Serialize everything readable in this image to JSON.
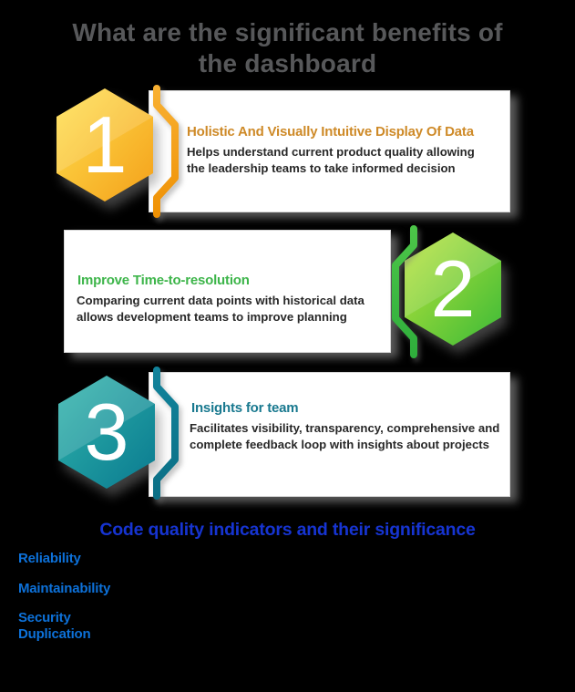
{
  "title": {
    "line1": "What are the significant benefits of",
    "line2": "the dashboard",
    "color": "#57585a"
  },
  "benefits": [
    {
      "number": "1",
      "title": "Holistic And Visually Intuitive Display Of Data",
      "body": "Helps understand current product quality allowing the leadership teams to take informed decision",
      "title_color": "#ce8a28",
      "hex_from": "#ffe14f",
      "hex_to": "#f4a01a",
      "bracket_from": "#f8b032",
      "bracket_to": "#ef9104"
    },
    {
      "number": "2",
      "title": "Improve Time-to-resolution",
      "body": "Comparing current data points with historical data allows development teams to improve planning",
      "title_color": "#3db54a",
      "hex_from": "#bce43b",
      "hex_to": "#3bba37",
      "bracket_from": "#4cc548",
      "bracket_to": "#2fae3c"
    },
    {
      "number": "3",
      "title": "Insights for team",
      "body": "Facilitates visibility, transparency, comprehensive and complete feedback loop with insights about projects",
      "title_color": "#19798f",
      "hex_from": "#2fb4ab",
      "hex_to": "#0a7a90",
      "bracket_from": "#12839b",
      "bracket_to": "#0b6f85"
    }
  ],
  "indicators": {
    "heading": "Code quality indicators and their significance",
    "heading_color": "#1634d1",
    "item_color": "#0d71d9",
    "items": [
      "Reliability",
      "Maintainability",
      "Security",
      "Duplication"
    ]
  }
}
